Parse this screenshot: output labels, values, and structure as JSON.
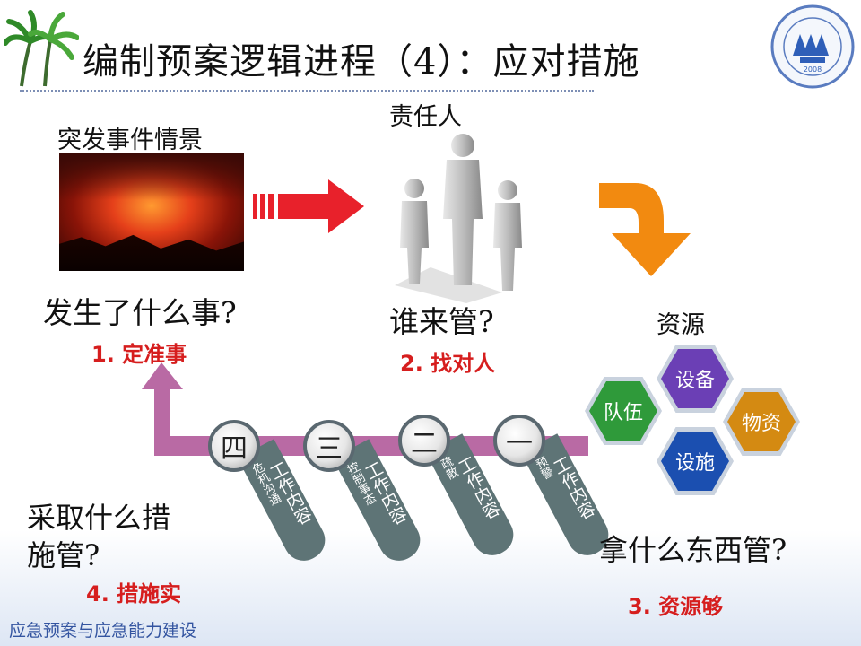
{
  "title": "编制预案逻辑进程（4）：应对措施",
  "scene_label": "突发事件情景",
  "responsible_label": "责任人",
  "q1": "发生了什么事?",
  "a1": "1. 定准事",
  "q2": "谁来管?",
  "a2": "2. 找对人",
  "resources_label": "资源",
  "hex": {
    "team": "队伍",
    "equip": "设备",
    "goods": "物资",
    "facility": "设施"
  },
  "q3": "拿什么东西管?",
  "a3": "3. 资源够",
  "q4_line1": "采取什么措",
  "q4_line2": "施管?",
  "a4": "4. 措施实",
  "steps": [
    {
      "num": "一",
      "small": "预警",
      "big": "工作内容"
    },
    {
      "num": "二",
      "small": "疏散",
      "big": "工作内容"
    },
    {
      "num": "三",
      "small": "控制事态",
      "big": "工作内容"
    },
    {
      "num": "四",
      "small": "危机沟通",
      "big": "工作内容"
    }
  ],
  "footer": "应急预案与应急能力建设",
  "colors": {
    "arrow_red": "#e8212b",
    "arrow_orange": "#f28a10",
    "track_purple": "#b96aa4",
    "hex_team": "#2f9a3a",
    "hex_equip": "#6b3fb5",
    "hex_goods": "#d48a12",
    "hex_facility": "#1b4fb0"
  }
}
